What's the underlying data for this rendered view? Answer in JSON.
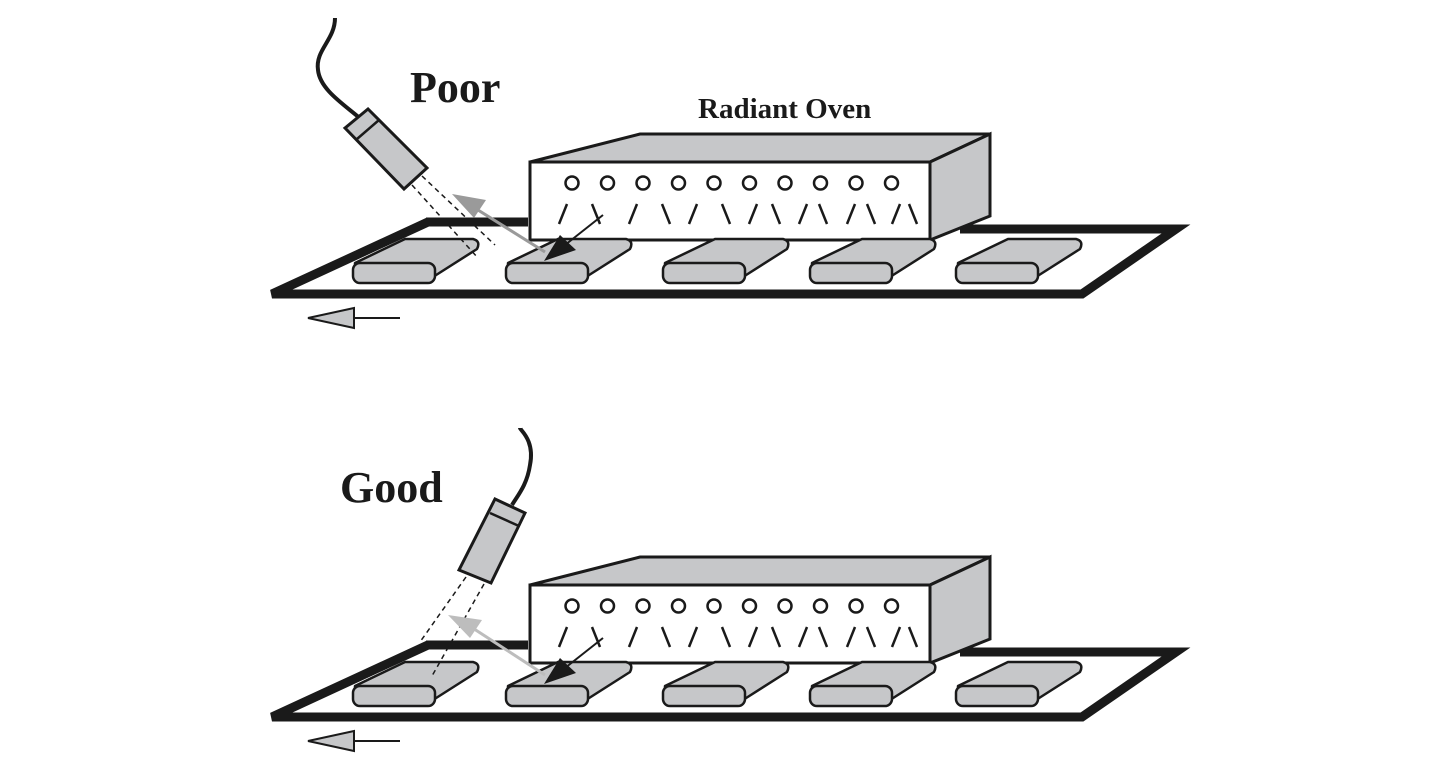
{
  "figure": {
    "panels": [
      {
        "id": "poor",
        "label": "Poor",
        "oven_label": "Radiant Oven",
        "heater_count": 10,
        "part_count": 5,
        "description": "Pyrometer aimed at a shallow angle; reflected radiation from oven enters sensor"
      },
      {
        "id": "good",
        "label": "Good",
        "oven_label": "",
        "heater_count": 10,
        "part_count": 5,
        "description": "Pyrometer aimed steeply; reflected radiation misses sensor"
      }
    ],
    "colors": {
      "outline": "#1a1a1a",
      "part_fill": "#c6c7c9",
      "oven_fill": "#c6c7c9",
      "reflection_poor": "#9a9a9a",
      "reflection_good": "#bdbdbd",
      "background": "#ffffff"
    }
  }
}
